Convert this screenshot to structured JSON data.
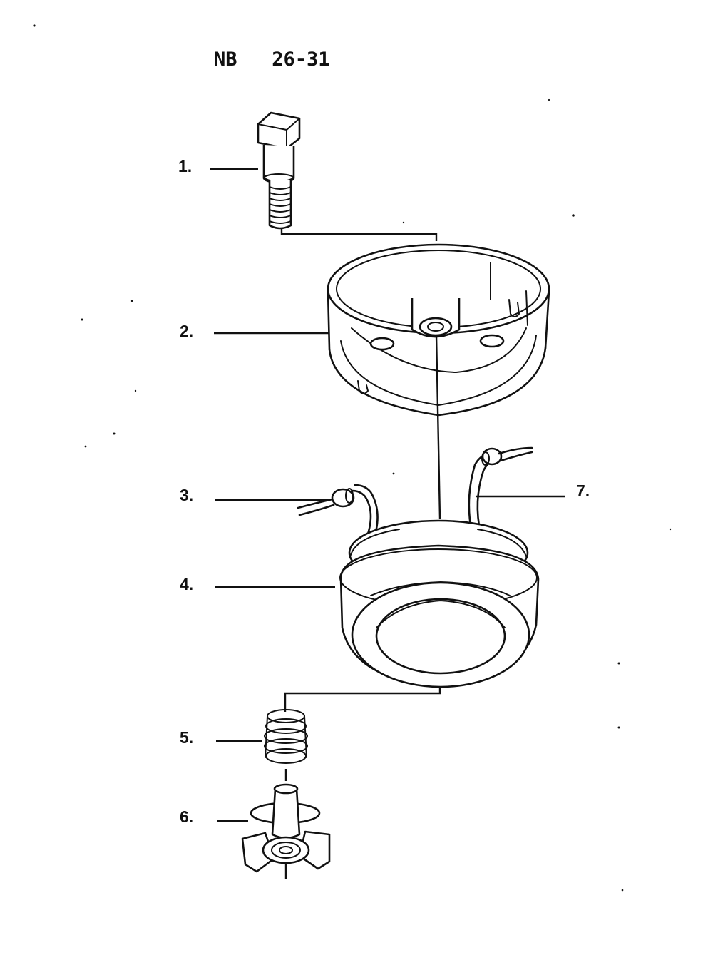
{
  "header": {
    "code": "NB   26-31"
  },
  "labels": [
    {
      "id": "1",
      "text": "1."
    },
    {
      "id": "2",
      "text": "2."
    },
    {
      "id": "3",
      "text": "3."
    },
    {
      "id": "4",
      "text": "4."
    },
    {
      "id": "5",
      "text": "5."
    },
    {
      "id": "6",
      "text": "6."
    },
    {
      "id": "7",
      "text": "7."
    }
  ],
  "colors": {
    "ink": "#111111",
    "paper": "#ffffff"
  }
}
